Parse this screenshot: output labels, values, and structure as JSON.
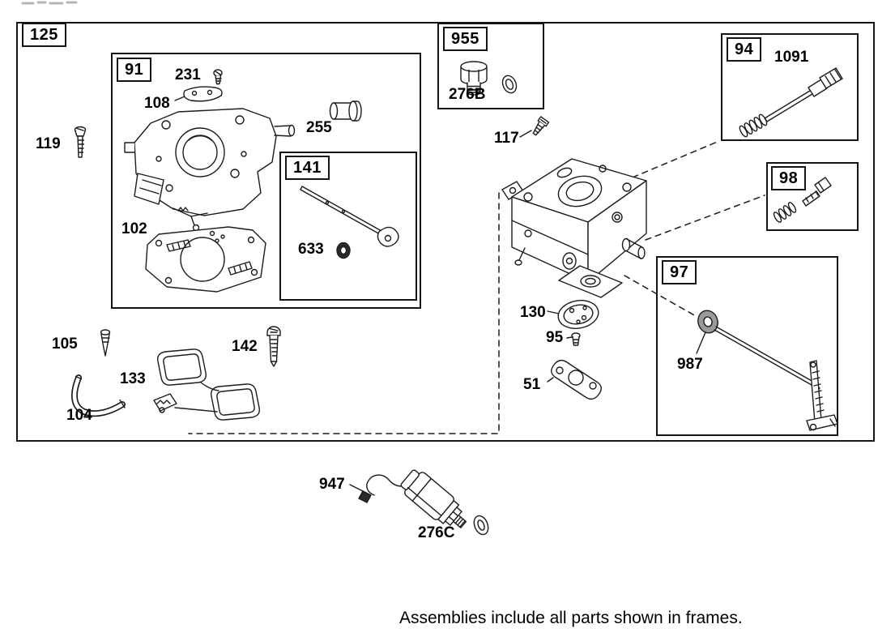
{
  "diagram": {
    "footer_note": "Assemblies include all parts shown in frames."
  },
  "frames": {
    "f125": {
      "label": "125"
    },
    "f91": {
      "label": "91"
    },
    "f141": {
      "label": "141"
    },
    "f955": {
      "label": "955"
    },
    "f94": {
      "label": "94"
    },
    "f98": {
      "label": "98"
    },
    "f97": {
      "label": "97"
    }
  },
  "parts": {
    "119": "119",
    "231": "231",
    "108": "108",
    "255": "255",
    "102": "102",
    "633": "633",
    "105": "105",
    "133": "133",
    "104": "104",
    "142": "142",
    "276B": "276B",
    "117": "117",
    "1091": "1091",
    "130": "130",
    "95": "95",
    "51": "51",
    "987": "987",
    "947": "947",
    "276C": "276C"
  }
}
